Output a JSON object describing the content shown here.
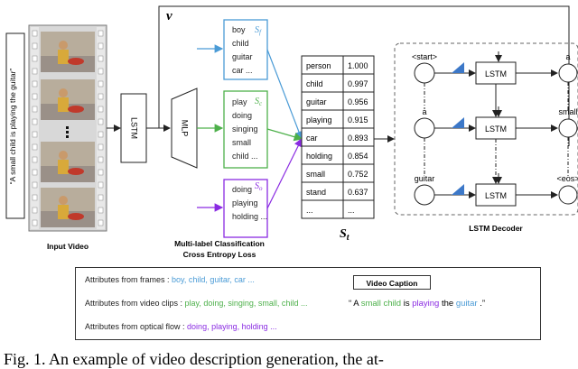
{
  "side_caption": "“A small child is playing the guitar”",
  "input_video_label": "Input Video",
  "lstm_label": "LSTM",
  "mlp_label": "MLP",
  "v_label": "v",
  "mlc_label_line1": "Multi-label Classification",
  "mlc_label_line2": "Cross Entropy Loss",
  "groups": {
    "frames": {
      "tag": "S",
      "sub": "f",
      "words": [
        "boy",
        "child",
        "guitar",
        "car ..."
      ],
      "color": "#4a9bd6"
    },
    "clips": {
      "tag": "S",
      "sub": "c",
      "words": [
        "play",
        "doing",
        "singing",
        "small",
        "child ..."
      ],
      "color": "#4db04a"
    },
    "flow": {
      "tag": "S",
      "sub": "o",
      "words": [
        "doing",
        "playing",
        "holding ..."
      ],
      "color": "#8a2be2"
    }
  },
  "st_table": {
    "rows": [
      [
        "person",
        "1.000"
      ],
      [
        "child",
        "0.997"
      ],
      [
        "guitar",
        "0.956"
      ],
      [
        "playing",
        "0.915"
      ],
      [
        "car",
        "0.893"
      ],
      [
        "holding",
        "0.854"
      ],
      [
        "small",
        "0.752"
      ],
      [
        "stand",
        "0.637"
      ],
      [
        "...",
        "..."
      ]
    ],
    "label_main": "S",
    "label_sub": "t"
  },
  "decoder": {
    "lstm_label": "LSTM",
    "inputs": [
      "<start>",
      "a",
      "guitar"
    ],
    "outputs": [
      "a",
      "small",
      "<eos>"
    ],
    "label": "LSTM Decoder"
  },
  "legend": {
    "frames_prefix": "Attributes  from  frames : ",
    "frames_words": "boy, child, guitar, car ...",
    "clips_prefix": "Attributes  from  video clips : ",
    "clips_words": "play, doing, singing, small, child ...",
    "flow_prefix": "Attributes  from  optical flow : ",
    "flow_words": "doing, playing, holding ...",
    "video_caption_title": "Video Caption",
    "caption": {
      "open": "“ A ",
      "w1": "small child",
      "mid1": " is ",
      "w2": "playing",
      "mid2": " the ",
      "w3": "guitar",
      "close": " .”"
    }
  },
  "figure_caption": "Fig. 1.  An example of video description generation, the at-"
}
